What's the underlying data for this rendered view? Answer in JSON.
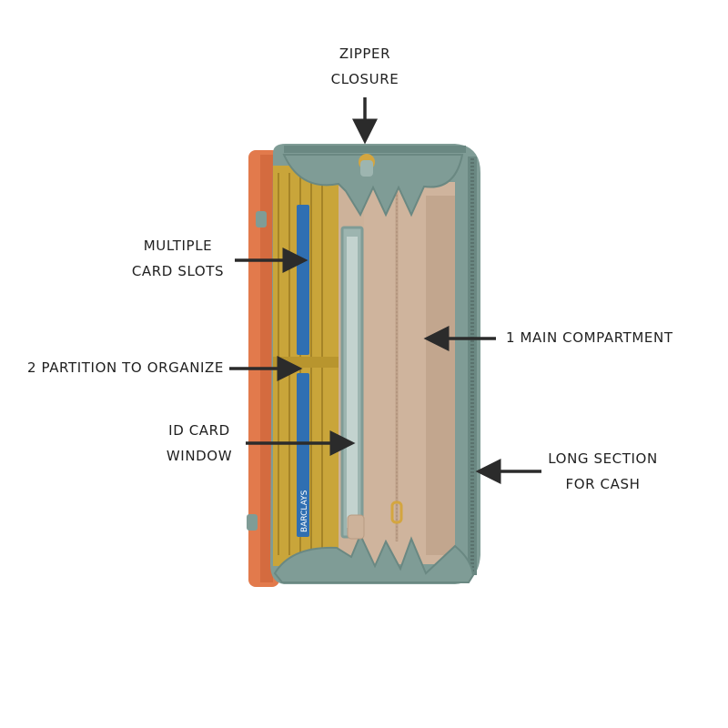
{
  "labels": {
    "zipper": [
      "ZIPPER",
      "CLOSURE"
    ],
    "card_slots": [
      "MULTIPLE",
      "CARD SLOTS"
    ],
    "partition": [
      "2 PARTITION TO ORGANIZE"
    ],
    "id_window": [
      "ID CARD",
      "WINDOW"
    ],
    "main_compartment": [
      "1 MAIN COMPARTMENT"
    ],
    "cash_section": [
      "LONG SECTION",
      "FOR CASH"
    ]
  },
  "card_brand": "BARCLAYS",
  "colors": {
    "text": "#1f1f1f",
    "arrow": "#2b2b2b",
    "wallet_shell": "#7f9c96",
    "wallet_shell_dark": "#5f7d77",
    "back_panel": "#e27a4c",
    "card_slot_lining": "#c9a53a",
    "interior_lining": "#cfb49d",
    "card_blue": "#2f6fb2"
  }
}
